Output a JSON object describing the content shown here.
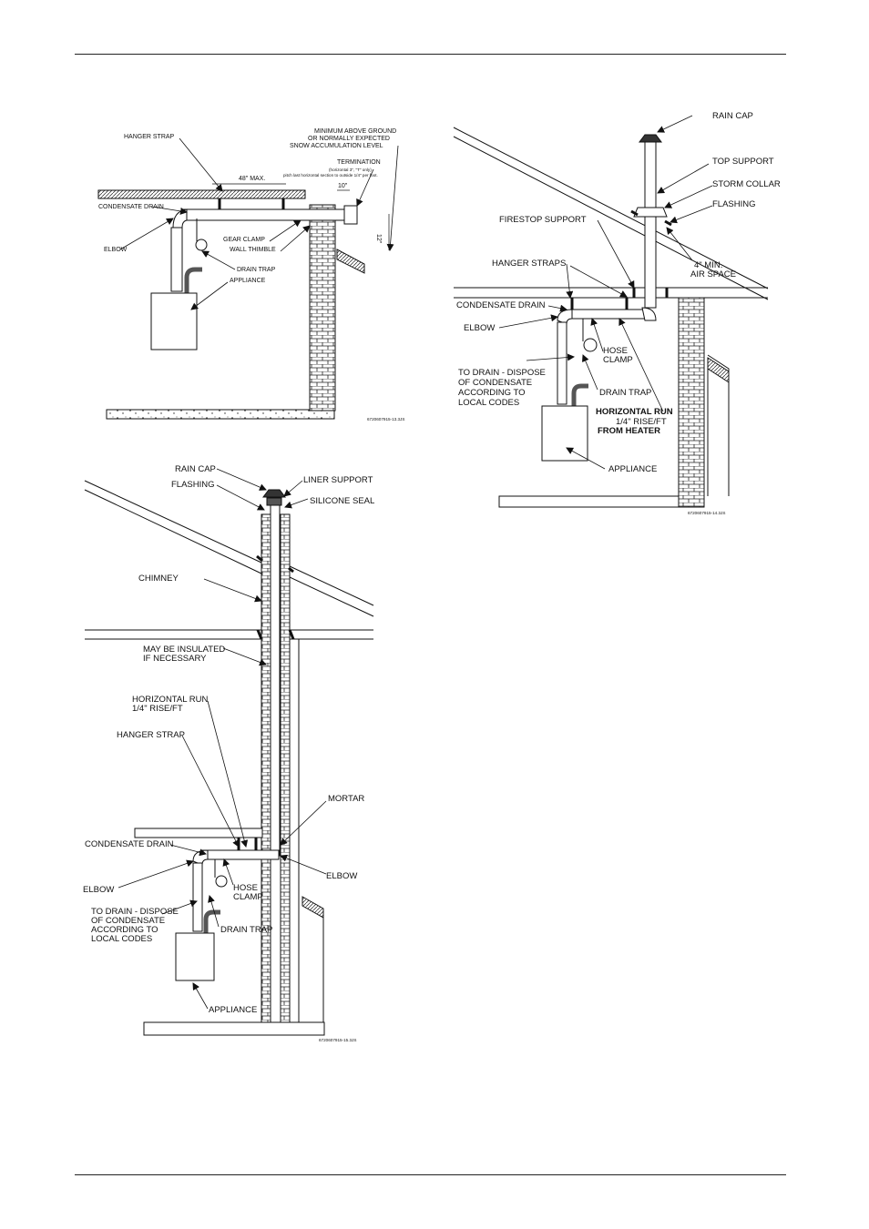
{
  "diagram_top_left": {
    "hanger_strap": "HANGER STRAP",
    "min_above_ground_1": "MINIMUM ABOVE GROUND",
    "min_above_ground_2": "OR NORMALLY EXPECTED",
    "min_above_ground_3": "SNOW ACCUMULATION LEVEL",
    "termination": "TERMINATION",
    "termination_note_1": "(horizontal 3\", \"T\" only)",
    "termination_note_2": "pitch last horizontal section to outside 1/4\" per foot.",
    "max_48": "48\" MAX.",
    "dim_10": "10\"",
    "dim_12": "12\"",
    "condensate_drain": "CONDENSATE DRAIN",
    "gear_clamp": "GEAR CLAMP",
    "wall_thimble": "WALL THIMBLE",
    "elbow": "ELBOW",
    "drain_trap": "DRAIN TRAP",
    "appliance": "APPLIANCE",
    "figure_code": "6720607915-13.3JS"
  },
  "diagram_right": {
    "rain_cap": "RAIN CAP",
    "top_support": "TOP SUPPORT",
    "storm_collar": "STORM COLLAR",
    "flashing": "FLASHING",
    "firestop_support": "FIRESTOP SUPPORT",
    "hanger_straps": "HANGER STRAPS",
    "air_space_1": "4\" MIN.",
    "air_space_2": "AIR SPACE",
    "condensate_drain": "CONDENSATE DRAIN",
    "elbow": "ELBOW",
    "hose_clamp_1": "HOSE",
    "hose_clamp_2": "CLAMP",
    "to_drain_1": "TO DRAIN - DISPOSE",
    "to_drain_2": "OF CONDENSATE",
    "to_drain_3": "ACCORDING TO",
    "to_drain_4": "LOCAL CODES",
    "drain_trap": "DRAIN TRAP",
    "horizontal_run_1": "HORIZONTAL RUN",
    "horizontal_run_2": "1/4\" RISE/FT",
    "horizontal_run_3": "FROM HEATER",
    "appliance": "APPLIANCE",
    "figure_code": "6720607915-14.3JS"
  },
  "diagram_bottom_left": {
    "rain_cap": "RAIN CAP",
    "flashing": "FLASHING",
    "liner_support": "LINER SUPPORT",
    "silicone_seal": "SILICONE SEAL",
    "chimney": "CHIMNEY",
    "may_be_insulated_1": "MAY BE INSULATED",
    "may_be_insulated_2": "IF NECESSARY",
    "horizontal_run_1": "HORIZONTAL RUN",
    "horizontal_run_2": "1/4\" RISE/FT",
    "hanger_strap": "HANGER STRAP",
    "mortar": "MORTAR",
    "condensate_drain": "CONDENSATE DRAIN",
    "elbow_left": "ELBOW",
    "elbow_right": "ELBOW",
    "hose_clamp_1": "HOSE",
    "hose_clamp_2": "CLAMP",
    "to_drain_1": "TO DRAIN - DISPOSE",
    "to_drain_2": "OF CONDENSATE",
    "to_drain_3": "ACCORDING TO",
    "to_drain_4": "LOCAL CODES",
    "drain_trap": "DRAIN TRAP",
    "appliance": "APPLIANCE",
    "figure_code": "6720607915-15.3JS"
  }
}
